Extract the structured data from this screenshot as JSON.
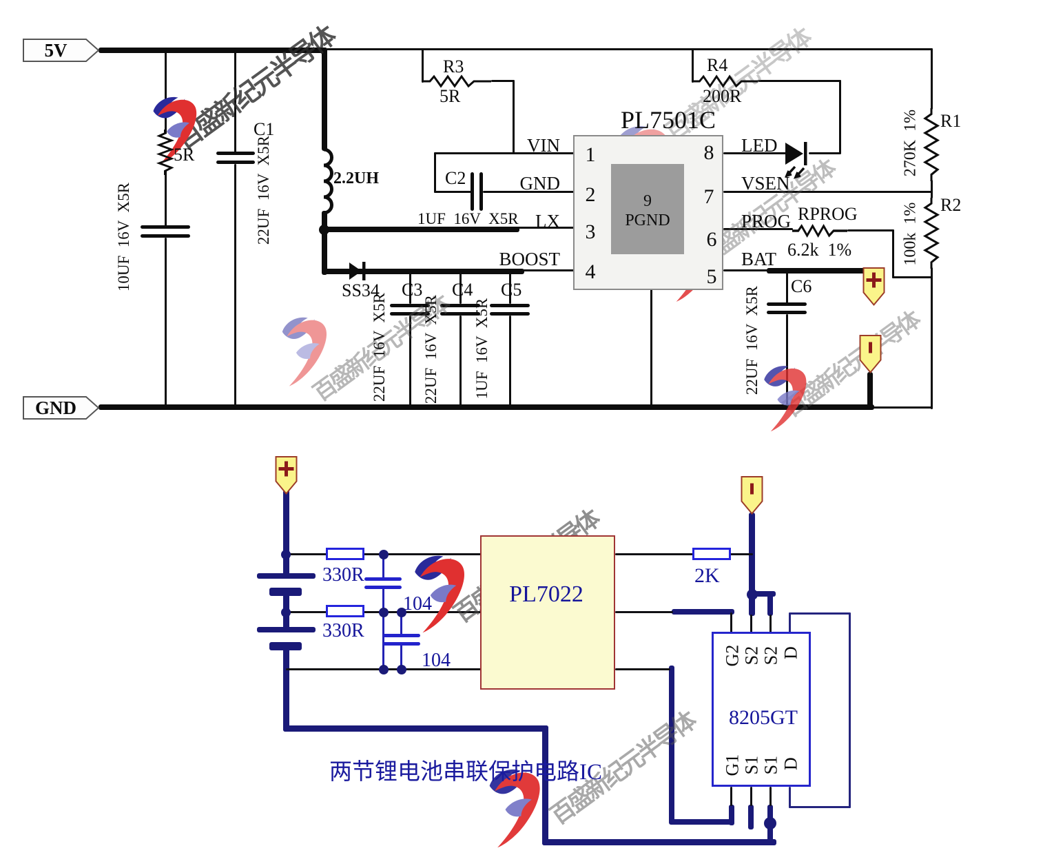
{
  "watermark": {
    "company": "百盛新纪元半导体"
  },
  "charger": {
    "net_5v": "5V",
    "net_gnd": "GND",
    "plus": "+",
    "minus": "-",
    "r_in": {
      "value": "5R"
    },
    "c_in": {
      "value": "10UF  16V  X5R"
    },
    "c1": {
      "name": "C1",
      "value": "22UF  16V  X5R"
    },
    "inductor": {
      "value": "2.2UH"
    },
    "r3": {
      "name": "R3",
      "value": "5R"
    },
    "r4": {
      "name": "R4",
      "value": "200R"
    },
    "r1": {
      "name": "R1",
      "value": "270K  1%"
    },
    "r2": {
      "name": "R2",
      "value": "100k  1%"
    },
    "rprog": {
      "name": "RPROG",
      "value": "6.2k  1%"
    },
    "c2": {
      "name": "C2",
      "value": "1UF  16V  X5R"
    },
    "c3": {
      "name": "C3",
      "value": "22UF  16V  X5R"
    },
    "c4": {
      "name": "C4",
      "value": "22UF  16V  X5R"
    },
    "c5": {
      "name": "C5",
      "value": "1UF  16V  X5R"
    },
    "c6": {
      "name": "C6",
      "value": "22UF  16V  X5R"
    },
    "diode": {
      "name": "SS34"
    },
    "ic": {
      "title": "PL7501C",
      "pins_left": [
        {
          "num": "1",
          "label": "VIN"
        },
        {
          "num": "2",
          "label": "GND"
        },
        {
          "num": "3",
          "label": "LX"
        },
        {
          "num": "4",
          "label": "BOOST"
        }
      ],
      "pins_right": [
        {
          "num": "8",
          "label": "LED"
        },
        {
          "num": "7",
          "label": "VSEN"
        },
        {
          "num": "6",
          "label": "PROG"
        },
        {
          "num": "5",
          "label": "BAT"
        }
      ],
      "pgnd": {
        "num": "9",
        "label": "PGND"
      }
    }
  },
  "protection": {
    "caption": "两节锂电池串联保护电路IC",
    "plus": "+",
    "minus": "-",
    "ic": {
      "title": "PL7022"
    },
    "mosfet": {
      "title": "8205GT",
      "top_pins": [
        "G2",
        "S2",
        "S2",
        "D"
      ],
      "bottom_pins": [
        "G1",
        "S1",
        "S1",
        "D"
      ]
    },
    "r_bal_1": "330R",
    "r_bal_2": "330R",
    "c_bal_1": "104",
    "c_bal_2": "104",
    "r_fuse": "2K"
  }
}
